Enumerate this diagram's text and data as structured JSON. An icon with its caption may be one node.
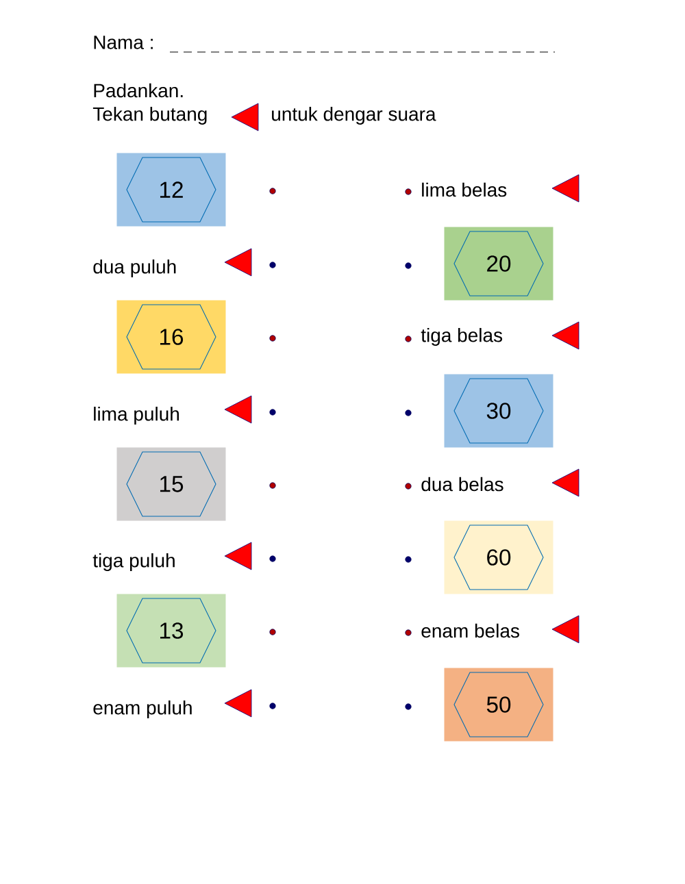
{
  "diagram": {
    "nodes": [
      {
        "text": [],
        "shape": "box"
      },
      {
        "text": [
          "12"
        ],
        "in": 0
      },
      {
        "text": [],
        "shape": "box"
      },
      {
        "text": [
          "20"
        ],
        "in": 2
      },
      {
        "text": [],
        "shape": "box"
      },
      {
        "text": [
          "16"
        ],
        "in": 4
      },
      {
        "text": [],
        "shape": "box"
      },
      {
        "text": [
          "30"
        ],
        "in": 6
      },
      {
        "text": [],
        "shape": "box"
      },
      {
        "text": [
          "15"
        ],
        "in": 8
      },
      {
        "text": [],
        "shape": "box"
      },
      {
        "text": [
          "60"
        ],
        "in": 10
      },
      {
        "text": [],
        "shape": "box"
      },
      {
        "text": [
          "13"
        ],
        "in": 12
      },
      {
        "text": [],
        "shape": "box"
      },
      {
        "text": [
          "50"
        ],
        "in": 14
      }
    ],
    "labels": [
      "Nama :",
      "Padankan.",
      "Tekan butang",
      "untuk dengar suara",
      "lima belas",
      "dua puluh",
      "tiga belas",
      "lima puluh",
      "dua belas",
      "tiga puluh",
      "enam belas",
      "enam puluh"
    ]
  }
}
